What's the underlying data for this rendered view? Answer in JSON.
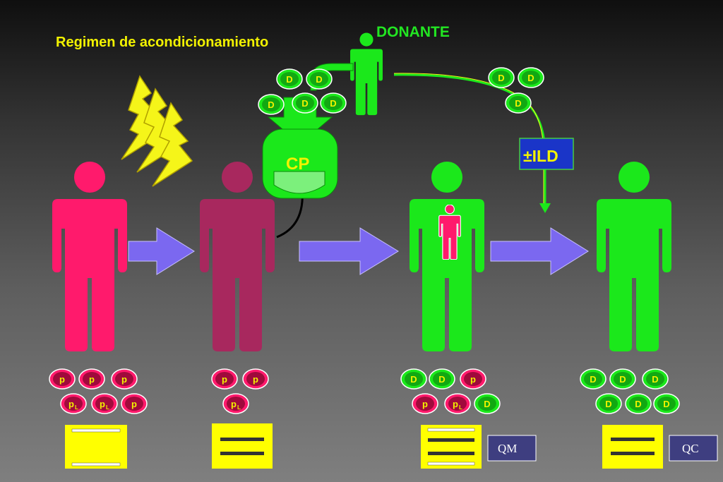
{
  "title": "Regimen de acondicionamiento",
  "donor_label": "DONANTE",
  "cp_label": "CP",
  "ild_label": "±ILD",
  "cell_p": "p",
  "cell_pl": "p",
  "cell_pl_sub": "L",
  "cell_d": "D",
  "qm_label": "QM",
  "qc_label": "QC",
  "colors": {
    "recipient": "#ff1a6c",
    "conditioned": "#a8285e",
    "donor": "#1be81b",
    "arrow": "#7b68f0",
    "bolt": "#f5f519",
    "gel": "#ffff00",
    "ild_box": "#1a35c8"
  }
}
